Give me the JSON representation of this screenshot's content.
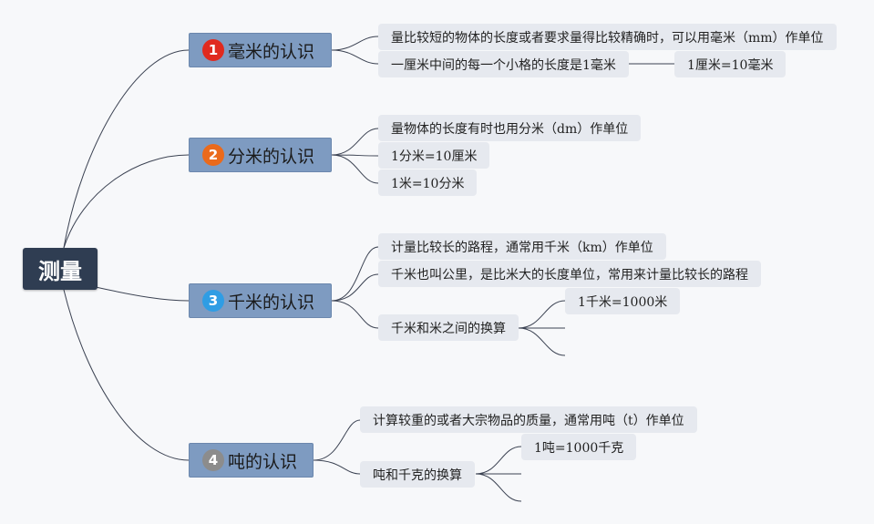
{
  "root": "测量",
  "colors": {
    "root_bg": "#2f3d52",
    "branch_bg": "#7e9bc1",
    "leaf_bg": "#e6e9ef",
    "line": "#3b4252",
    "badge_1": "#e02a1f",
    "badge_2": "#ea6a1c",
    "badge_3": "#2f9de4",
    "badge_4": "#8c8c8c"
  },
  "branches": [
    {
      "num": "1",
      "label": "毫米的认识",
      "items": [
        "量比较短的物体的长度或者要求量得比较精确时，可以用毫米（mm）作单位",
        "一厘米中间的每一个小格的长度是1毫米"
      ],
      "sub": "1厘米=10毫米"
    },
    {
      "num": "2",
      "label": "分米的认识",
      "items": [
        "量物体的长度有时也用分米（dm）作单位",
        "1分米=10厘米",
        "1米=10分米"
      ]
    },
    {
      "num": "3",
      "label": "千米的认识",
      "items": [
        "计量比较长的路程，通常用千米（km）作单位",
        "千米也叫公里，是比米大的长度单位，常用来计量比较长的路程",
        "千米和米之间的换算"
      ],
      "sub": "1千米=1000米"
    },
    {
      "num": "4",
      "label": "吨的认识",
      "items": [
        "计算较重的或者大宗物品的质量，通常用吨（t）作单位",
        "吨和千克的换算"
      ],
      "sub": "1吨=1000千克"
    }
  ]
}
